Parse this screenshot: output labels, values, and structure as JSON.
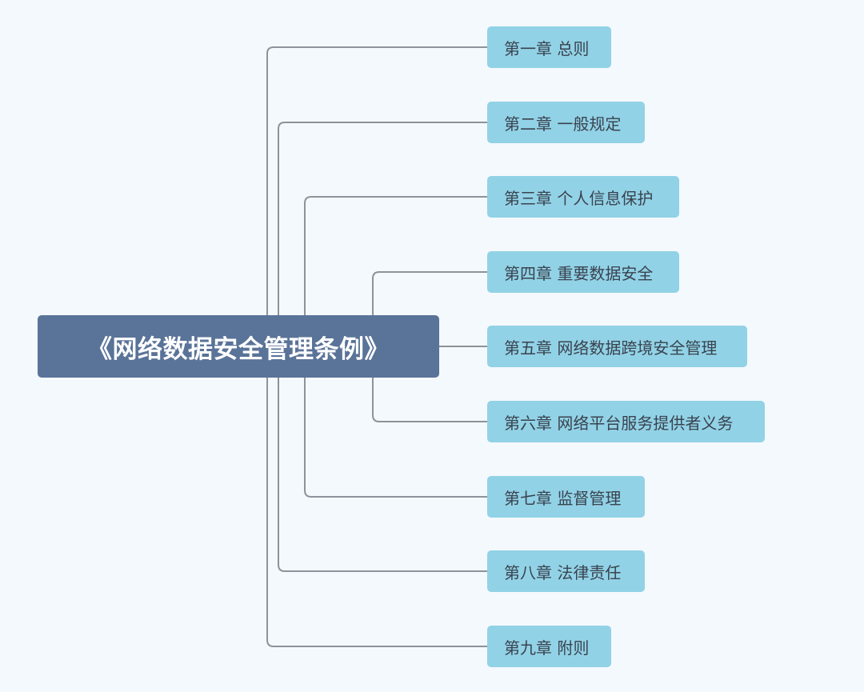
{
  "mindmap": {
    "root": {
      "title": "《网络数据安全管理条例》"
    },
    "chapters": [
      {
        "label": "第一章 总则"
      },
      {
        "label": "第二章 一般规定"
      },
      {
        "label": "第三章 个人信息保护"
      },
      {
        "label": "第四章 重要数据安全"
      },
      {
        "label": "第五章 网络数据跨境安全管理"
      },
      {
        "label": "第六章 网络平台服务提供者义务"
      },
      {
        "label": "第七章 监督管理"
      },
      {
        "label": "第八章 法律责任"
      },
      {
        "label": "第九章 附则"
      }
    ],
    "colors": {
      "background": "#f4f9fd",
      "root_fill": "#5a7398",
      "root_text": "#ffffff",
      "chapter_fill": "#92d2e6",
      "chapter_text": "#39434f",
      "connector": "#8e929c"
    }
  }
}
